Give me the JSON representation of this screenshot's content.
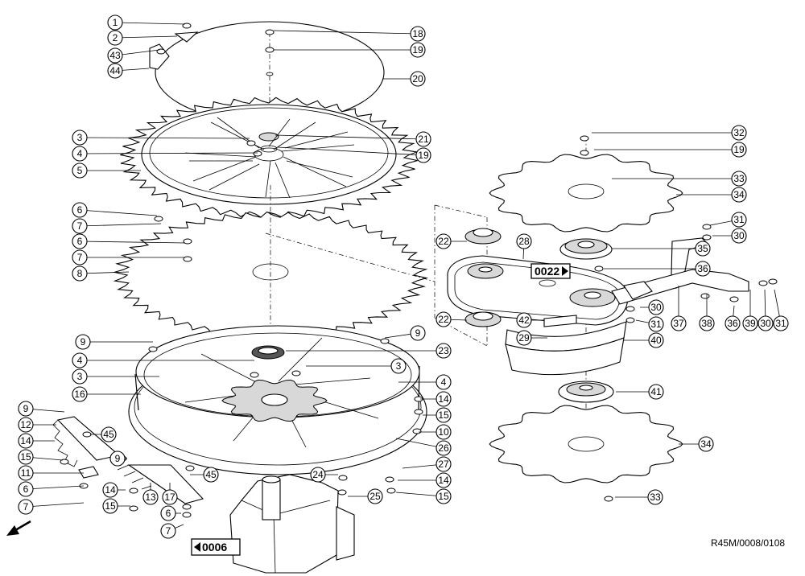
{
  "figure_id": "R45M/0008/0108",
  "ref_boxes": [
    {
      "id": "ref-0022",
      "label": "0022",
      "arrow": "right"
    },
    {
      "id": "ref-0006",
      "label": "0006",
      "arrow": "left"
    }
  ],
  "direction_arrow": "down-left",
  "callouts": [
    {
      "n": "1"
    },
    {
      "n": "2"
    },
    {
      "n": "43"
    },
    {
      "n": "44"
    },
    {
      "n": "18"
    },
    {
      "n": "19"
    },
    {
      "n": "20"
    },
    {
      "n": "3"
    },
    {
      "n": "4"
    },
    {
      "n": "5"
    },
    {
      "n": "21"
    },
    {
      "n": "19"
    },
    {
      "n": "6"
    },
    {
      "n": "7"
    },
    {
      "n": "6"
    },
    {
      "n": "7"
    },
    {
      "n": "8"
    },
    {
      "n": "32"
    },
    {
      "n": "19"
    },
    {
      "n": "33"
    },
    {
      "n": "34"
    },
    {
      "n": "31"
    },
    {
      "n": "30"
    },
    {
      "n": "35"
    },
    {
      "n": "36"
    },
    {
      "n": "22"
    },
    {
      "n": "28"
    },
    {
      "n": "22"
    },
    {
      "n": "42"
    },
    {
      "n": "29"
    },
    {
      "n": "30"
    },
    {
      "n": "31"
    },
    {
      "n": "37"
    },
    {
      "n": "38"
    },
    {
      "n": "36"
    },
    {
      "n": "39"
    },
    {
      "n": "30"
    },
    {
      "n": "31"
    },
    {
      "n": "40"
    },
    {
      "n": "9"
    },
    {
      "n": "9"
    },
    {
      "n": "4"
    },
    {
      "n": "23"
    },
    {
      "n": "3"
    },
    {
      "n": "3"
    },
    {
      "n": "16"
    },
    {
      "n": "4"
    },
    {
      "n": "14"
    },
    {
      "n": "15"
    },
    {
      "n": "9"
    },
    {
      "n": "12"
    },
    {
      "n": "45"
    },
    {
      "n": "14"
    },
    {
      "n": "15"
    },
    {
      "n": "11"
    },
    {
      "n": "6"
    },
    {
      "n": "7"
    },
    {
      "n": "9"
    },
    {
      "n": "45"
    },
    {
      "n": "14"
    },
    {
      "n": "15"
    },
    {
      "n": "13"
    },
    {
      "n": "17"
    },
    {
      "n": "6"
    },
    {
      "n": "7"
    },
    {
      "n": "10"
    },
    {
      "n": "26"
    },
    {
      "n": "24"
    },
    {
      "n": "27"
    },
    {
      "n": "14"
    },
    {
      "n": "25"
    },
    {
      "n": "15"
    },
    {
      "n": "41"
    },
    {
      "n": "34"
    },
    {
      "n": "33"
    }
  ]
}
